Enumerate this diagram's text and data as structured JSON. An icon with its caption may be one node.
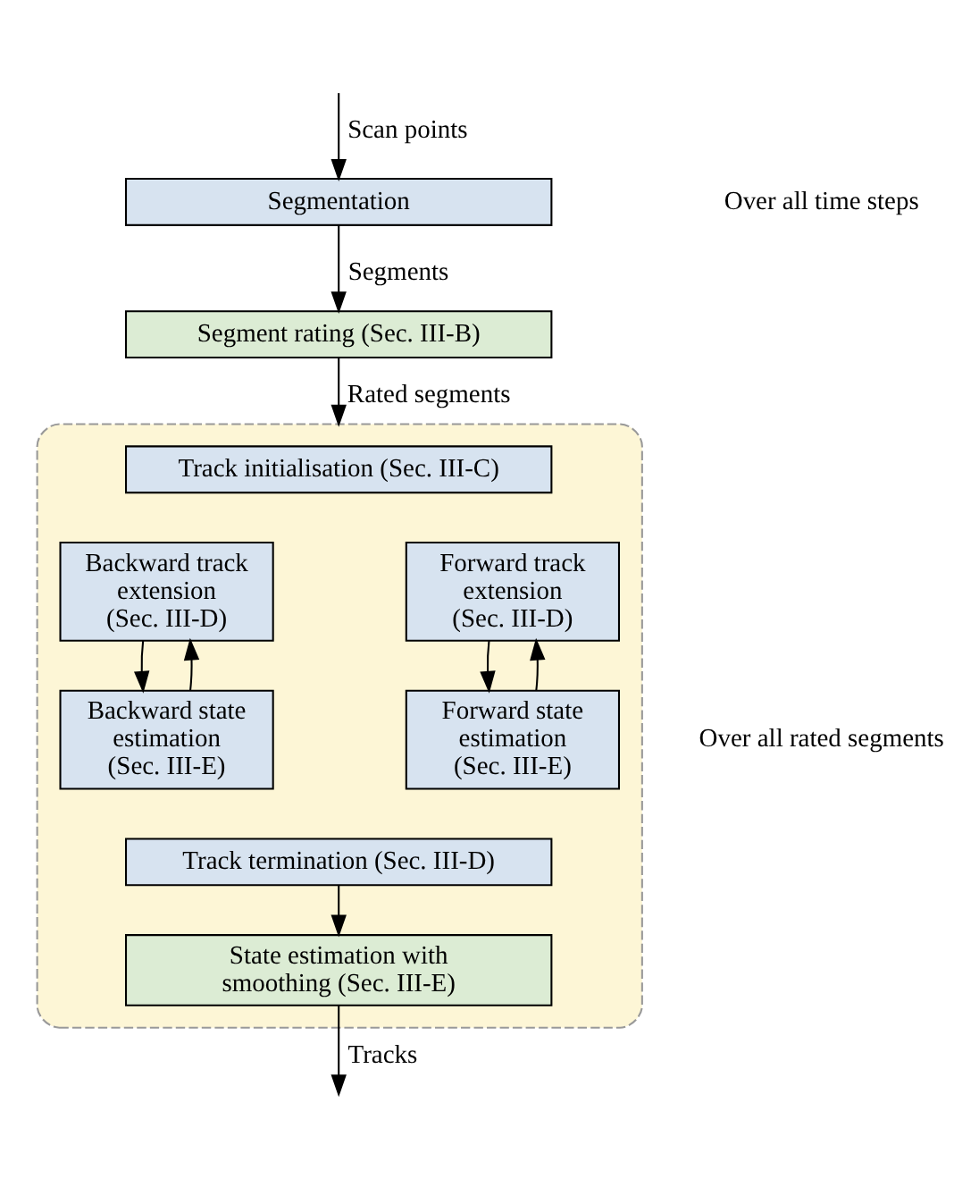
{
  "diagram": {
    "nodes": [
      {
        "text": [
          "Segmentation"
        ]
      },
      {
        "text": [
          "Segment rating (Sec. III-B)"
        ]
      },
      {
        "text": [],
        "shape": "box"
      },
      {
        "text": [
          "Track initialisation (Sec. III-C)"
        ],
        "in": 2
      },
      {
        "text": [
          "Backward track extension (Sec. III-D)"
        ],
        "in": 2
      },
      {
        "text": [
          "Forward track extension (Sec. III-D)"
        ],
        "in": 2
      },
      {
        "text": [
          "Backward state estimation (Sec. III-E)"
        ],
        "in": 2
      },
      {
        "text": [
          "Forward state estimation (Sec. III-E)"
        ],
        "in": 2
      },
      {
        "text": [
          "Track termination (Sec. III-D)"
        ],
        "in": 2
      },
      {
        "text": [
          "State estimation with smoothing (Sec. III-E)"
        ],
        "in": 2
      }
    ],
    "edges": [
      {
        "from": null,
        "to": 0,
        "arrow": "to",
        "label": "Scan points"
      },
      {
        "from": 0,
        "to": 1,
        "arrow": "to",
        "label": "Segments"
      },
      {
        "from": 1,
        "to": 2,
        "arrow": "to",
        "label": "Rated segments"
      },
      {
        "from": 4,
        "to": 6,
        "arrow": "to"
      },
      {
        "from": 6,
        "to": 4,
        "arrow": "to"
      },
      {
        "from": 5,
        "to": 7,
        "arrow": "to"
      },
      {
        "from": 7,
        "to": 5,
        "arrow": "to"
      },
      {
        "from": 8,
        "to": 9,
        "arrow": "to"
      },
      {
        "from": 9,
        "to": null,
        "arrow": "to",
        "label": "Tracks"
      }
    ],
    "labels": [
      "Over all time steps",
      "Over all rated segments"
    ]
  }
}
